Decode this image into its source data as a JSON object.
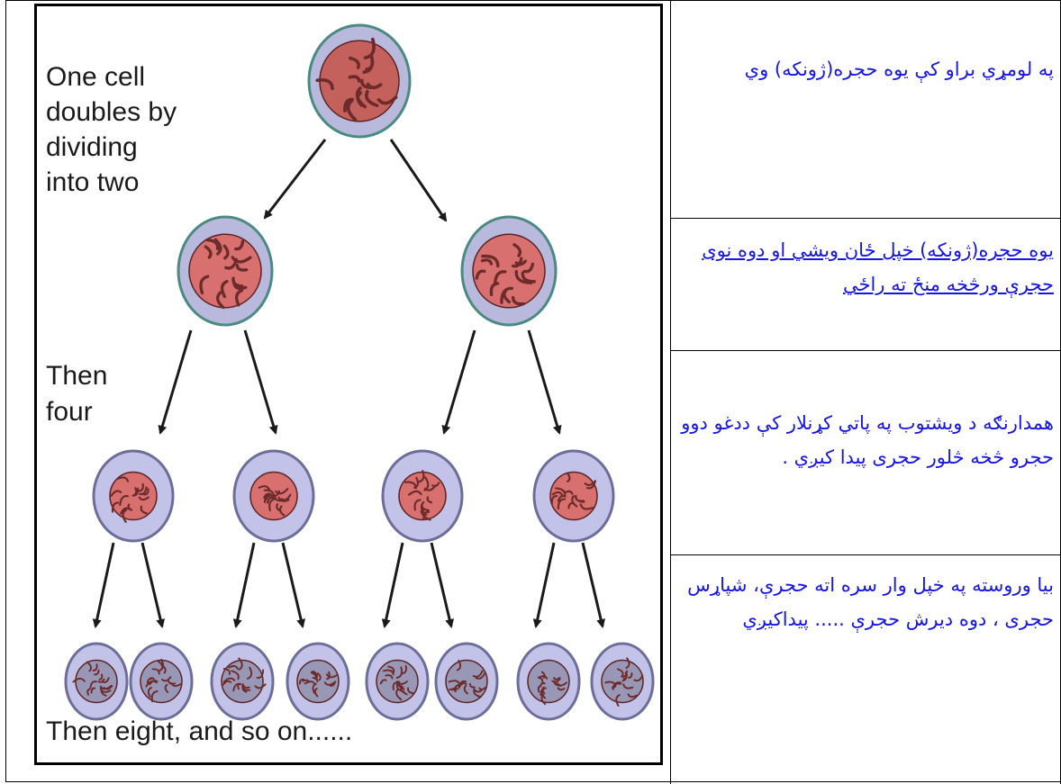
{
  "diagram": {
    "labels": {
      "one_cell": [
        "One cell",
        "doubles by",
        "dividing",
        "into two"
      ],
      "then_four": [
        "Then",
        "four"
      ],
      "then_eight": "Then eight, and so on......"
    },
    "colors": {
      "parent_nucleus": "#c5615c",
      "parent_membrane": "#b9b9dd",
      "parent_edge": "#4a8a80",
      "child_nucleus": "#d7706e",
      "child_membrane": "#c3c3ea",
      "grand_nucleus": "#9898b6",
      "grand_membrane": "#c3c3ea",
      "chromatin": "#6e2b2b",
      "arrow": "#1a1a1a"
    }
  },
  "descriptions": [
    "په لومړي براو کې یوه حجره(ژونکه) وي",
    "یوه حجره(ژونکه) خپل ځان ویشي او دوه نوی حجرې ورڅخه منځ ته راځي",
    "همدارنګه د ویشتوب په پاتي کړنلار کې ددغو دوو حجرو څخه څلور حجری پيدا کيږي .",
    "بيا وروسته په خپل وار سره اته حجرې، شپاړس حجری ، دوه دیرش حجرې ..... پیداکیږي"
  ]
}
